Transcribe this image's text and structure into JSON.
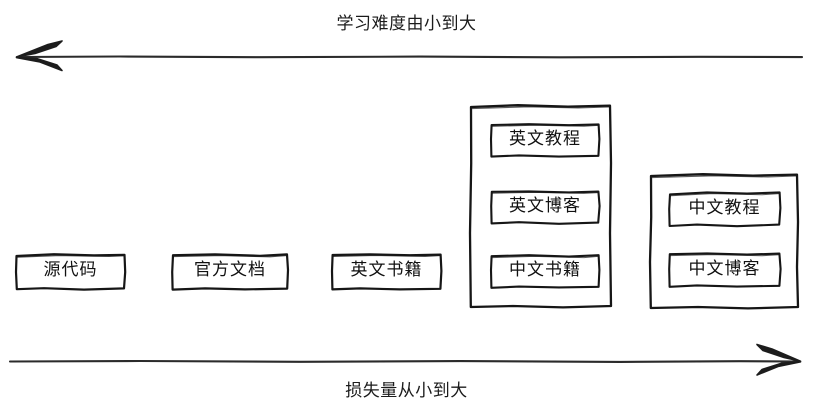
{
  "diagram": {
    "title_top": "学习难度由小到大",
    "title_bottom": "损失量从小到大",
    "style": "hand-drawn-sketch",
    "stroke_color": "#161616",
    "background_color": "#ffffff",
    "top_axis": {
      "label": "学习难度由小到大",
      "direction": "left",
      "arrow_at": "left-end"
    },
    "bottom_axis": {
      "label": "损失量从小到大",
      "direction": "right",
      "arrow_at": "right-end"
    },
    "nodes": [
      {
        "id": "node-1",
        "label": "源代码"
      },
      {
        "id": "node-2",
        "label": "官方文档"
      },
      {
        "id": "node-3",
        "label": "英文书籍"
      }
    ],
    "groups": [
      {
        "id": "group-1",
        "items": [
          {
            "id": "node-4",
            "label": "英文教程"
          },
          {
            "id": "node-5",
            "label": "英文博客"
          },
          {
            "id": "node-6",
            "label": "中文书籍"
          }
        ]
      },
      {
        "id": "group-2",
        "items": [
          {
            "id": "node-7",
            "label": "中文教程"
          },
          {
            "id": "node-8",
            "label": "中文博客"
          }
        ]
      }
    ]
  }
}
